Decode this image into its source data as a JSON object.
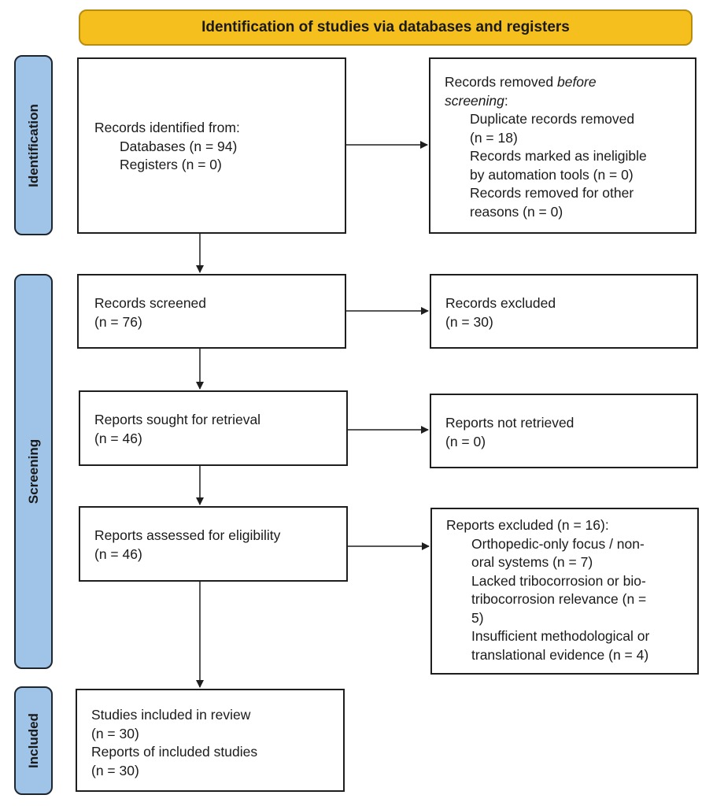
{
  "header": "Identification of studies via databases and registers",
  "sections": {
    "identification": "Identification",
    "screening": "Screening",
    "included": "Included"
  },
  "identified": {
    "title": "Records identified from:",
    "databases": "Databases (n = 94)",
    "registers": "Registers (n = 0)"
  },
  "removed": {
    "title_prefix": "Records removed ",
    "title_italic": "before",
    "title_italic2": "screening",
    "title_suffix": ":",
    "l1": "Duplicate records removed",
    "l2": "(n = 18)",
    "l3": "Records marked as ineligible",
    "l4": "by automation tools (n = 0)",
    "l5": "Records removed for other",
    "l6": "reasons (n = 0)"
  },
  "screened": {
    "title": "Records screened",
    "n": "(n = 76)"
  },
  "excluded": {
    "title": "Records excluded",
    "n": "(n = 30)"
  },
  "sought": {
    "title": "Reports sought for retrieval",
    "n": "(n = 46)"
  },
  "not_retrieved": {
    "title": "Reports not retrieved",
    "n": "(n = 0)"
  },
  "assessed": {
    "title": "Reports assessed for eligibility",
    "n": "(n = 46)"
  },
  "reports_excluded": {
    "title": "Reports excluded (n = 16):",
    "l1": "Orthopedic-only focus / non-",
    "l2": "oral systems (n = 7)",
    "l3": "Lacked tribocorrosion or bio-",
    "l4": "tribocorrosion relevance (n =",
    "l5": "5)",
    "l6": "Insufficient methodological or",
    "l7": "translational evidence (n = 4)"
  },
  "included": {
    "l1": "Studies included in review",
    "l2": "(n = 30)",
    "l3": "Reports of included studies",
    "l4": "(n = 30)"
  },
  "colors": {
    "header_fill": "#f5bf1d",
    "side_fill": "#9fc4e8",
    "border": "#1e1e1e"
  }
}
